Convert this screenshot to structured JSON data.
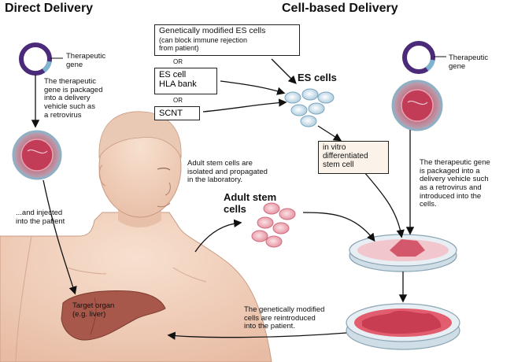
{
  "headings": {
    "direct": "Direct Delivery",
    "cell": "Cell-based Delivery"
  },
  "direct": {
    "gene_label": "Therapeutic\ngene",
    "packaged_text": "The therapeutic\ngene is packaged\ninto a delivery\nvehicle such as\na retrovirus",
    "injected_text": "...and injected\ninto the patient",
    "target_organ": "Target organ\n(e.g. liver)"
  },
  "cell_based": {
    "sources": {
      "gm_es_title": "Genetically modified ES cells",
      "gm_es_note": "(can block immune rejection\nfrom patient)",
      "or_1": "OR",
      "es_hla": "ES cell\nHLA bank",
      "or_2": "OR",
      "scnt": "SCNT"
    },
    "es_cells_label": "ES cells",
    "in_vitro": "in vitro\ndifferentiated\nstem cell",
    "gene_label": "Therapeutic\ngene",
    "packaged_text": "The therapeutic gene\nis packaged into a\ndelivery vehicle such\nas a retrovirus and\nintroduced into the\ncells.",
    "adult_note": "Adult stem cells are\nisolated and propagated\nin the laboratory.",
    "adult_label": "Adult stem\ncells",
    "reintroduced": "The genetically modified\ncells are reintroduced\ninto the patient."
  },
  "colors": {
    "skin": "#f2d3bf",
    "organ": "#a8584a",
    "virus": "#9bb8c9",
    "cell": "#e59aa6",
    "dish": "#d9e4ea"
  }
}
